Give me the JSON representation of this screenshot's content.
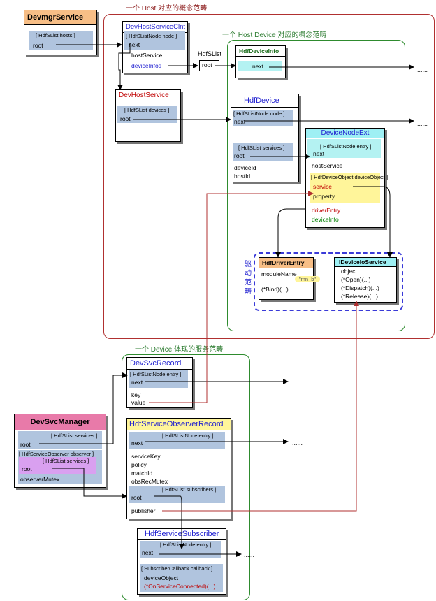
{
  "regions": {
    "host": "一个 Host 对应的概念范畴",
    "host_device": "一个 Host Device 对应的概念范畴",
    "device": "一个 Device 体现的服务范畴",
    "driver": [
      "驱",
      "动",
      "范",
      "畴"
    ]
  },
  "devmgr": {
    "title": "DevmgrService",
    "list": "[ HdfSList  hosts ]",
    "root": "root"
  },
  "clnt": {
    "title": "DevHostServiceClnt",
    "node": "[ HdfSListNode  node ]",
    "next": "next",
    "hostService": "hostService",
    "deviceInfos": "deviceInfos"
  },
  "hdfslist": {
    "label": "HdfSList",
    "root": "root"
  },
  "devinfo": {
    "title": "HdfDeviceInfo",
    "next": "next"
  },
  "devhost": {
    "title": "DevHostService",
    "list": "[ HdfSList  devices ]",
    "root": "root"
  },
  "hdfdevice": {
    "title": "HdfDevice",
    "node": "[ HdfSListNode  node ]",
    "next": "next",
    "list": "[ HdfSList  services ]",
    "root": "root",
    "deviceId": "deviceId",
    "hostId": "hostId"
  },
  "nodeext": {
    "title": "DeviceNodeExt",
    "node": "[ HdfSListNode  entry ]",
    "next": "next",
    "hostService": "hostService",
    "obj": "[ HdfDeviceObject  deviceObject ]",
    "service": "service",
    "property": "property",
    "driverEntry": "driverEntry",
    "deviceInfo": "deviceInfo"
  },
  "driverentry": {
    "title": "HdfDriverEntry",
    "moduleName": "moduleName",
    "bind": "(*Bind)(...)",
    "note": "\"mn_b\""
  },
  "ioservice": {
    "title": "IDeviceIoService",
    "object": "object",
    "open": "(*Open)(...)",
    "dispatch": "(*Dispatch)(...)",
    "release": "(*Release)(...)"
  },
  "svcrecord": {
    "title": "DevSvcRecord",
    "node": "[ HdfSListNode  entry ]",
    "next": "next",
    "key": "key",
    "value": "value"
  },
  "svcmgr": {
    "title": "DevSvcManager",
    "list": "[ HdfSList  services ]",
    "root": "root",
    "observer": "[ HdfServiceObserver  observer ]",
    "list2": "[ HdfSList  services ]",
    "root2": "root",
    "mutex": "observerMutex"
  },
  "obsrecord": {
    "title": "HdfServiceObserverRecord",
    "node": "[ HdfSListNode  entry ]",
    "next": "next",
    "serviceKey": "serviceKey",
    "policy": "policy",
    "matchId": "matchId",
    "obsRecMutex": "obsRecMutex",
    "list": "[ HdfSList  subscribers ]",
    "root": "root",
    "publisher": "publisher"
  },
  "subscriber": {
    "title": "HdfServiceSubscriber",
    "node": "[ HdfSListNode  entry ]",
    "next": "next",
    "cb": "[ SubscriberCallback  callback ]",
    "deviceObject": "deviceObject",
    "onconn": "(*OnServiceConnected)(...)"
  },
  "ellipsis": "......"
}
